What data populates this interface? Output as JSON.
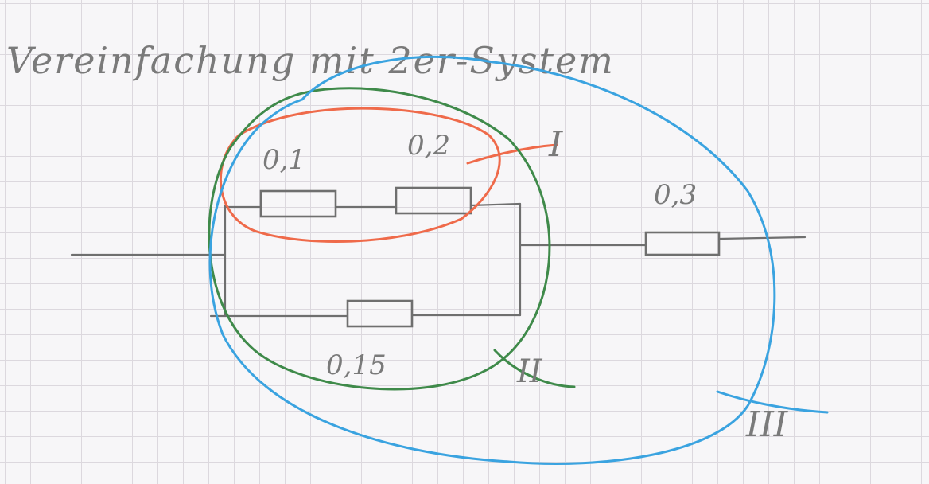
{
  "title_text": "Vereinfachung mit 2er-System",
  "resistors": {
    "r1": "0,1",
    "r2": "0,2",
    "r3": "0,15",
    "r4": "0,3"
  },
  "groups": [
    {
      "label": "I",
      "color": "#ef6a4a"
    },
    {
      "label": "II",
      "color": "#3f8a4a"
    },
    {
      "label": "III",
      "color": "#3aa3e0"
    }
  ]
}
